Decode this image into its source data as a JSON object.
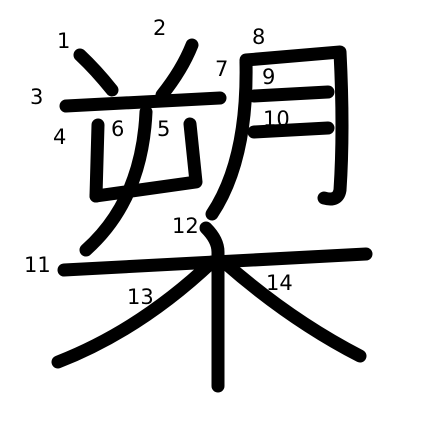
{
  "character": "槊",
  "stroke_color": "#000000",
  "background_color": "#ffffff",
  "stroke_numbers": [
    "1",
    "2",
    "3",
    "4",
    "5",
    "6",
    "7",
    "8",
    "9",
    "10",
    "11",
    "12",
    "13",
    "14"
  ]
}
